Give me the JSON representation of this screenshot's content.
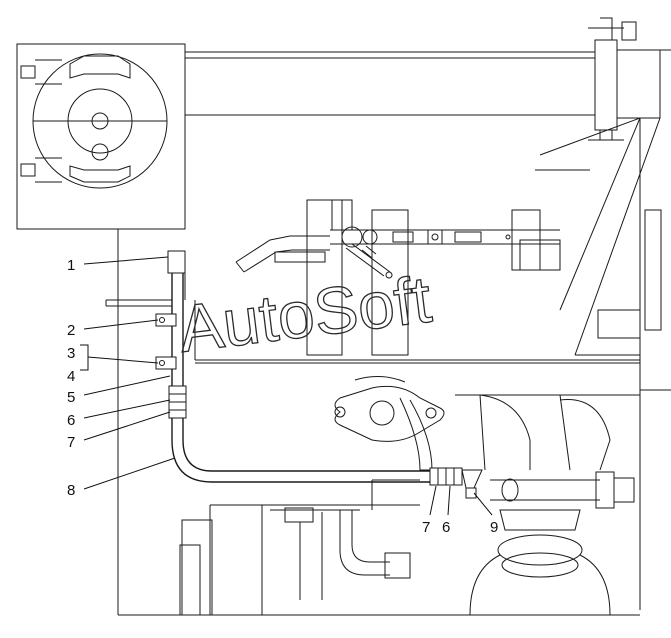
{
  "watermark": {
    "text": "AutoSoft"
  },
  "callouts_left": [
    {
      "id": "c1",
      "label": "1"
    },
    {
      "id": "c2",
      "label": "2"
    },
    {
      "id": "c3",
      "label": "3"
    },
    {
      "id": "c4",
      "label": "4"
    },
    {
      "id": "c5",
      "label": "5"
    },
    {
      "id": "c6",
      "label": "6"
    },
    {
      "id": "c7",
      "label": "7"
    },
    {
      "id": "c8",
      "label": "8"
    }
  ],
  "callouts_bottom": [
    {
      "id": "c7b",
      "label": "7"
    },
    {
      "id": "c6b",
      "label": "6"
    },
    {
      "id": "c9",
      "label": "9"
    }
  ],
  "colors": {
    "line": "#1a1a1a",
    "background": "#ffffff",
    "watermark": "#2b2b2b"
  }
}
